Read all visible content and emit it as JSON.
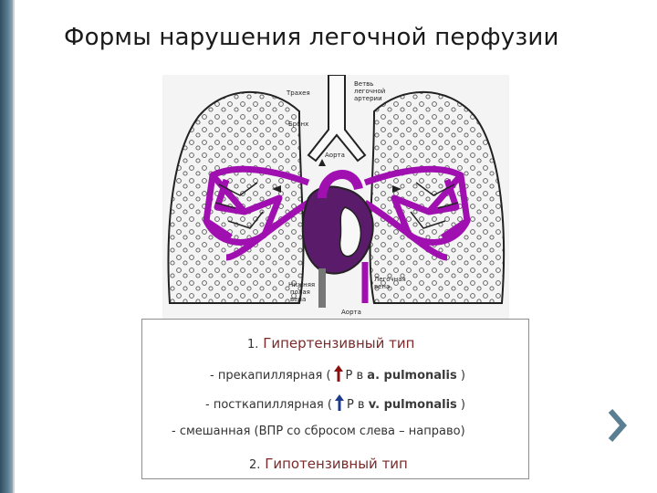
{
  "title": "Формы нарушения легочной перфузии",
  "diagram": {
    "labels": {
      "trachea": "Трахея",
      "pulm_artery_1": "Ветвь",
      "pulm_artery_2": "легочной",
      "pulm_artery_3": "артерии",
      "bronchus": "Бронх",
      "aorta_top": "Аорта",
      "ivc_1": "Нижняя",
      "ivc_2": "полая",
      "ivc_3": "вена",
      "pulm_vein_1": "Легочная",
      "pulm_vein_2": "вена",
      "aorta_bottom": "Аорта"
    }
  },
  "box": {
    "type1_num": "1.",
    "type1_label": "Гипертензивный тип",
    "pre_prefix": "- прекапиллярная (",
    "pre_mid": "Р в ",
    "pre_vessel": "a. pulmonalis",
    "pre_suffix": " )",
    "post_prefix": "- посткапиллярная (",
    "post_mid": "Р в ",
    "post_vessel": "v. pulmonalis",
    "post_suffix": " )",
    "mixed": "- смешанная (ВПР со сбросом слева – направо)",
    "type2_num": "2.",
    "type2_label": "Гипотензивный тип"
  },
  "colors": {
    "vessels": "#a010b0",
    "up_arrow_red": "#8b1010",
    "up_arrow_blue": "#1f3a8a",
    "accent_bar": "#4a6b7c"
  }
}
